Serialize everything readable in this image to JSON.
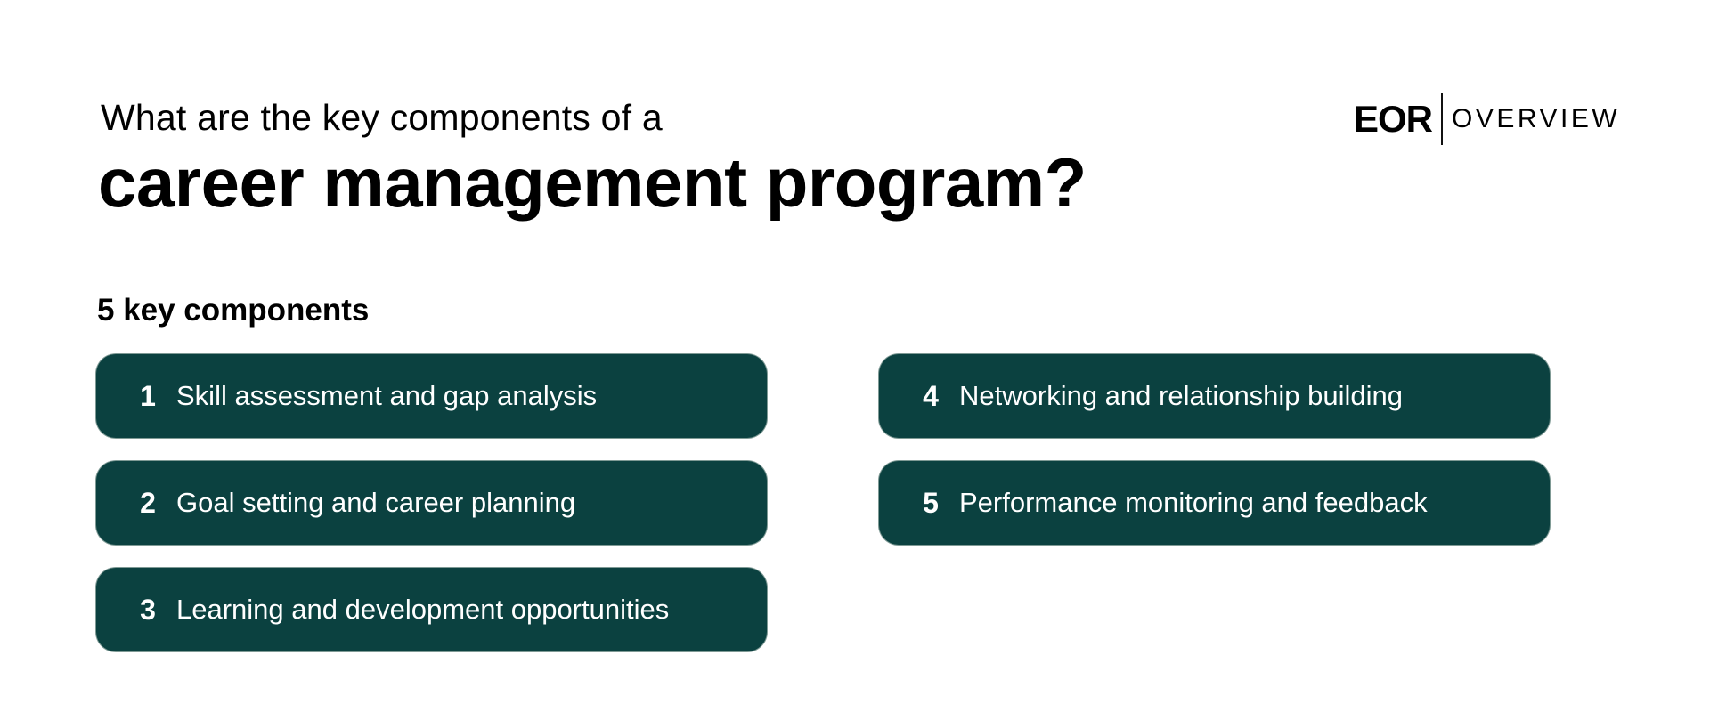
{
  "header": {
    "title_line1": "What are the key components of a",
    "title_line2": "career management program?"
  },
  "logo": {
    "brand": "EOR",
    "subtitle": "OVERVIEW"
  },
  "section": {
    "heading": "5 key components"
  },
  "theme": {
    "card_background": "#0b4140",
    "card_text": "#ffffff",
    "background": "#ffffff"
  },
  "components": [
    {
      "number": "1",
      "label": "Skill assessment and gap analysis"
    },
    {
      "number": "2",
      "label": "Goal setting and career planning"
    },
    {
      "number": "3",
      "label": "Learning and development opportunities"
    },
    {
      "number": "4",
      "label": "Networking and relationship building"
    },
    {
      "number": "5",
      "label": "Performance monitoring and feedback"
    }
  ]
}
